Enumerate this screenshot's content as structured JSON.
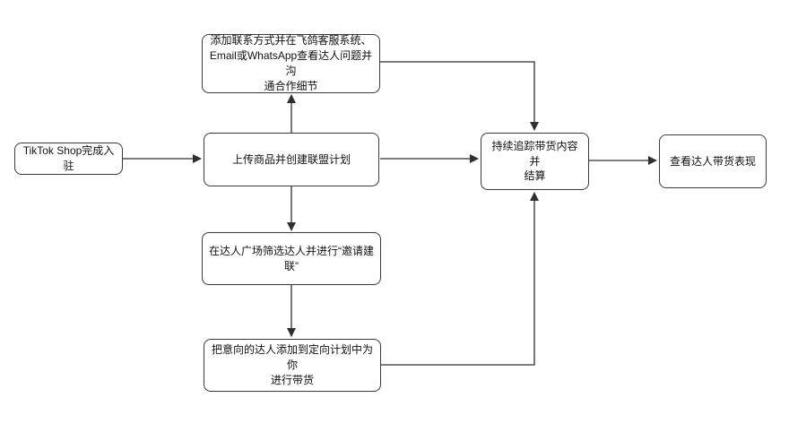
{
  "diagram": {
    "type": "flowchart",
    "background_color": "#ffffff",
    "node_fill_color": "#ffffff",
    "node_border_color": "#3a3a3a",
    "connector_color": "#303030",
    "text_color": "#111111",
    "nodes": {
      "tiktok_shop": {
        "label": "TikTok Shop完成入驻"
      },
      "upload_product": {
        "label": "上传商品并创建联盟计划"
      },
      "add_contact": {
        "label": "添加联系方式并在飞鸽客服系统、\nEmail或WhatsApp查看达人问题并沟\n通合作细节"
      },
      "creator_marketplace": {
        "label": "在达人广场筛选达人并进行“邀请建\n联”"
      },
      "targeted_plan": {
        "label": "把意向的达人添加到定向计划中为你\n进行带货"
      },
      "track_settle": {
        "label": "持续追踪带货内容并\n结算"
      },
      "view_performance": {
        "label": "查看达人带货表现"
      }
    },
    "edges": [
      {
        "from": "tiktok_shop",
        "to": "upload_product"
      },
      {
        "from": "upload_product",
        "to": "add_contact"
      },
      {
        "from": "upload_product",
        "to": "creator_marketplace"
      },
      {
        "from": "creator_marketplace",
        "to": "targeted_plan"
      },
      {
        "from": "upload_product",
        "to": "track_settle"
      },
      {
        "from": "add_contact",
        "to": "track_settle"
      },
      {
        "from": "targeted_plan",
        "to": "track_settle"
      },
      {
        "from": "track_settle",
        "to": "view_performance"
      }
    ]
  }
}
